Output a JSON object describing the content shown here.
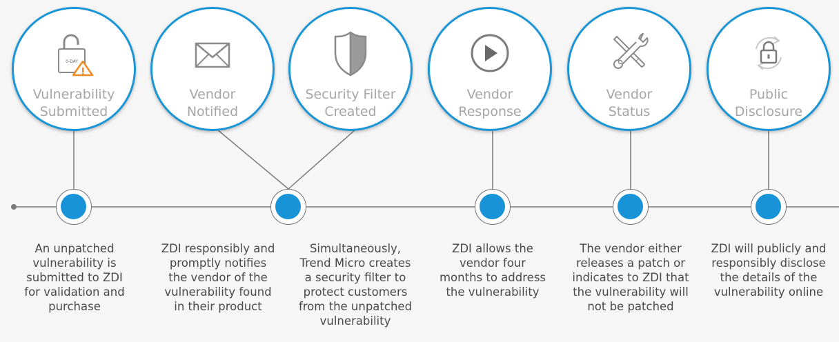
{
  "colors": {
    "accent": "#1a95d6",
    "node_fill": "#1893d8",
    "line": "#7a7a7a",
    "title_text": "#a6a6a6",
    "desc_text": "#4a4a4a"
  },
  "stages": [
    {
      "icon": "unlocked-padlock-warning-icon",
      "badge": "0-DAY",
      "title": [
        "Vulnerability",
        "Submitted"
      ],
      "description": [
        "An unpatched",
        "vulnerability is",
        "submitted to ZDI",
        "for validation and",
        "purchase"
      ]
    },
    {
      "icon": "envelope-icon",
      "title": [
        "Vendor",
        "Notified"
      ],
      "description": [
        "ZDI responsibly and",
        "promptly notifies",
        "the vendor of the",
        "vulnerability found",
        "in their product"
      ]
    },
    {
      "icon": "shield-icon",
      "title": [
        "Security Filter",
        "Created"
      ],
      "description": [
        "Simultaneously,",
        "Trend Micro creates",
        "a security filter to",
        "protect customers",
        "from the unpatched",
        "vulnerability"
      ]
    },
    {
      "icon": "play-button-icon",
      "title": [
        "Vendor",
        "Response"
      ],
      "description": [
        "ZDI allows the",
        "vendor four",
        "months to address",
        "the vulnerability"
      ]
    },
    {
      "icon": "wrench-screwdriver-icon",
      "title": [
        "Vendor",
        "Status"
      ],
      "description": [
        "The vendor either",
        "releases a patch or",
        "indicates to ZDI that",
        "the vulnerability will",
        "not be patched"
      ]
    },
    {
      "icon": "padlock-refresh-icon",
      "title": [
        "Public",
        "Disclosure"
      ],
      "description": [
        "ZDI will publicly and",
        "responsibly disclose",
        "the details of the",
        "vulnerability online"
      ]
    }
  ]
}
